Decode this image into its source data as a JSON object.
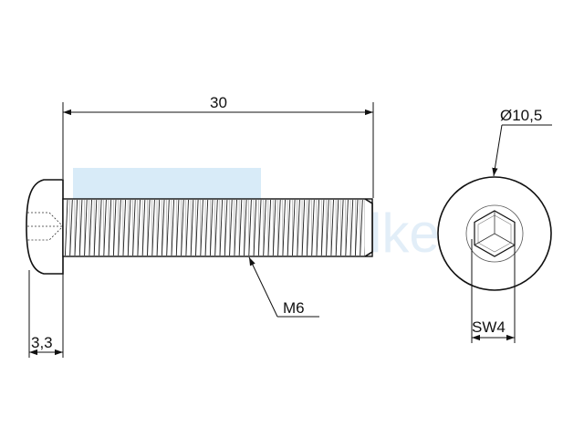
{
  "dimensions": {
    "length": "30",
    "head_height": "3,3",
    "thread": "M6",
    "head_diameter": "Ø10,5",
    "socket_size": "SW4"
  },
  "watermark": {
    "text": "lker",
    "color": "#cfe6f7"
  },
  "colors": {
    "line": "#111111",
    "background": "#ffffff"
  }
}
